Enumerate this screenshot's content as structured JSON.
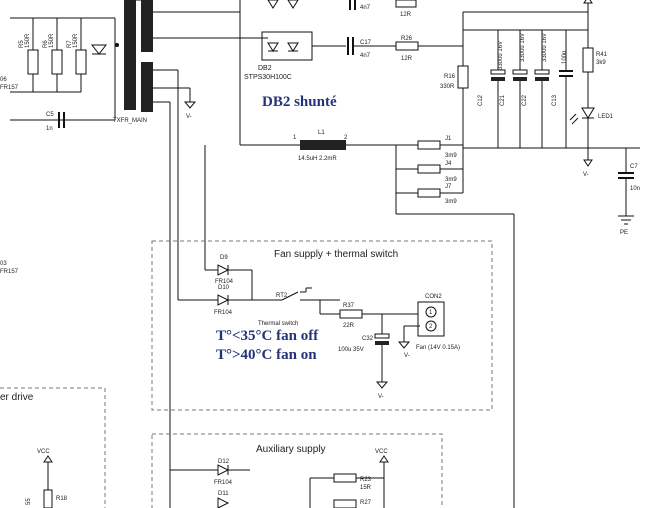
{
  "annotations": {
    "db2_shunted": "DB2 shunté",
    "fan_off": "T°<35°C fan off",
    "fan_on": "T°>40°C fan on"
  },
  "blocks": {
    "fan_supply": "Fan supply + thermal switch",
    "auxiliary": "Auxiliary supply",
    "driver_partial": "er drive"
  },
  "parts": {
    "r5": "R5",
    "r5v": "150R",
    "r6": "R6",
    "r6v": "150R",
    "r7": "R7",
    "r7v": "150R",
    "d6": "06",
    "d6v": "FR157",
    "c5": "C5",
    "c5v": "1n",
    "txfr": "TXFR_MAIN",
    "d3": "03",
    "d3v": "FR157",
    "c_top": "4n7",
    "r_top": "12R",
    "db2": "DB2",
    "db2v": "STPS30H100C",
    "c17": "C17",
    "c17v": "4n7",
    "r26": "R26",
    "r26v": "12R",
    "r16": "R16",
    "r16v": "330R",
    "c12": "C12",
    "c12v": "3300u 16V",
    "c21": "C21",
    "c21v": "3300u 16V",
    "c22": "C22",
    "c22v": "3300u 16V",
    "c13": "C13",
    "c13v": "100n",
    "r41": "R41",
    "r41v": "3k9",
    "led1": "LED1",
    "l1": "L1",
    "l1v": "14.5uH 2.2mR",
    "pin1": "1",
    "pin2": "2",
    "j1": "J1",
    "j1v": "3m9",
    "j4": "J4",
    "j4v": "3m9",
    "j7": "J7",
    "j7v": "3m9",
    "c7": "C7",
    "c7v": "10n",
    "pe": "PE",
    "vminus": "V-",
    "d9": "D9",
    "d9v": "FR104",
    "d10": "D10",
    "d10v": "FR104",
    "rt2": "RT2",
    "rt2v": "Thermal switch",
    "r37": "R37",
    "r37v": "22R",
    "con2": "CON2",
    "con_p1": "1",
    "con_p2": "2",
    "c32": "C32",
    "c32v": "100u 35V",
    "fan": "Fan (14V 0.15A)",
    "vcc": "VCC",
    "d12": "D12",
    "d12v": "FR104",
    "d11": "D11",
    "r23": "R23",
    "r23v": "15R",
    "r27": "R27",
    "r18": "R18",
    "r55": "55"
  }
}
